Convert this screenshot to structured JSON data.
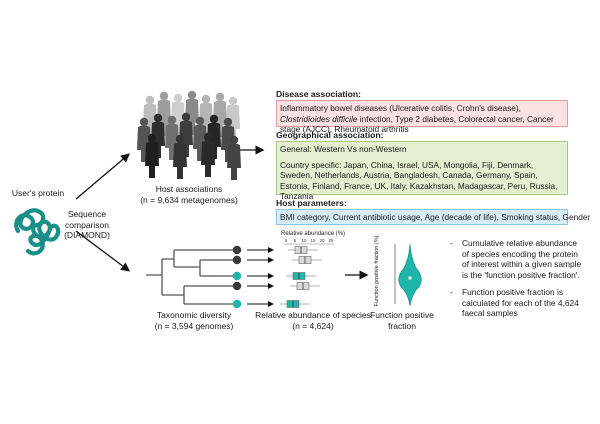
{
  "left": {
    "protein_label": "User's protein",
    "comparison_label": [
      "Sequence",
      "comparison",
      "(DIAMOND)"
    ]
  },
  "host": {
    "title": "Host associations",
    "subtitle": "(n = 9,634 metagenomes)"
  },
  "disease": {
    "heading": "Disease association:",
    "text_a": "Inflammatory bowel diseases (Ulcerative colitis, Crohn's disease), ",
    "text_italic": "Clostridioides difficile",
    "text_b": " infection, Type 2 diabetes, Colorectal cancer, Cancer stage (AJCC), Rheumatoid arthritis"
  },
  "geo": {
    "heading": "Geographical association:",
    "general": "General:  Western Vs non-Western",
    "specific": "Country specific:  Japan, China, Israel, USA, Mongolia, Fiji, Denmark, Sweden, Netherlands, Austria, Bangladesh, Canada, Germany, Spain, Estonia, Finland, France, UK, Italy, Kazakhstan, Madagascar, Peru, Russia, Tanzania"
  },
  "params": {
    "heading": "Host parameters:",
    "text": "BMI category, Current antibiotic usage, Age (decade of life), Smoking status, Gender"
  },
  "taxonomy": {
    "title": "Taxonomic diversity",
    "subtitle": "(n = 3,594 genomes)"
  },
  "abundance": {
    "axis_title": "Relative abundance (%)",
    "ticks": [
      "0",
      "5",
      "10",
      "15",
      "20",
      "25"
    ],
    "title": "Relative abundance of species",
    "subtitle": "(n = 4,624)"
  },
  "fraction": {
    "axis_label": "Function positive fraction (%)",
    "title": [
      "Function positive",
      "fraction"
    ]
  },
  "bullets": [
    "Cumulative relative abundance of species encoding the protein of interest within a given sample is the 'function positive fraction'.",
    "Function positive fraction is calculated for each of the 4,624 faecal samples"
  ],
  "colors": {
    "teal": "#1fb5a8",
    "dark_node": "#3a3a3a",
    "protein": "#1a8f88"
  }
}
